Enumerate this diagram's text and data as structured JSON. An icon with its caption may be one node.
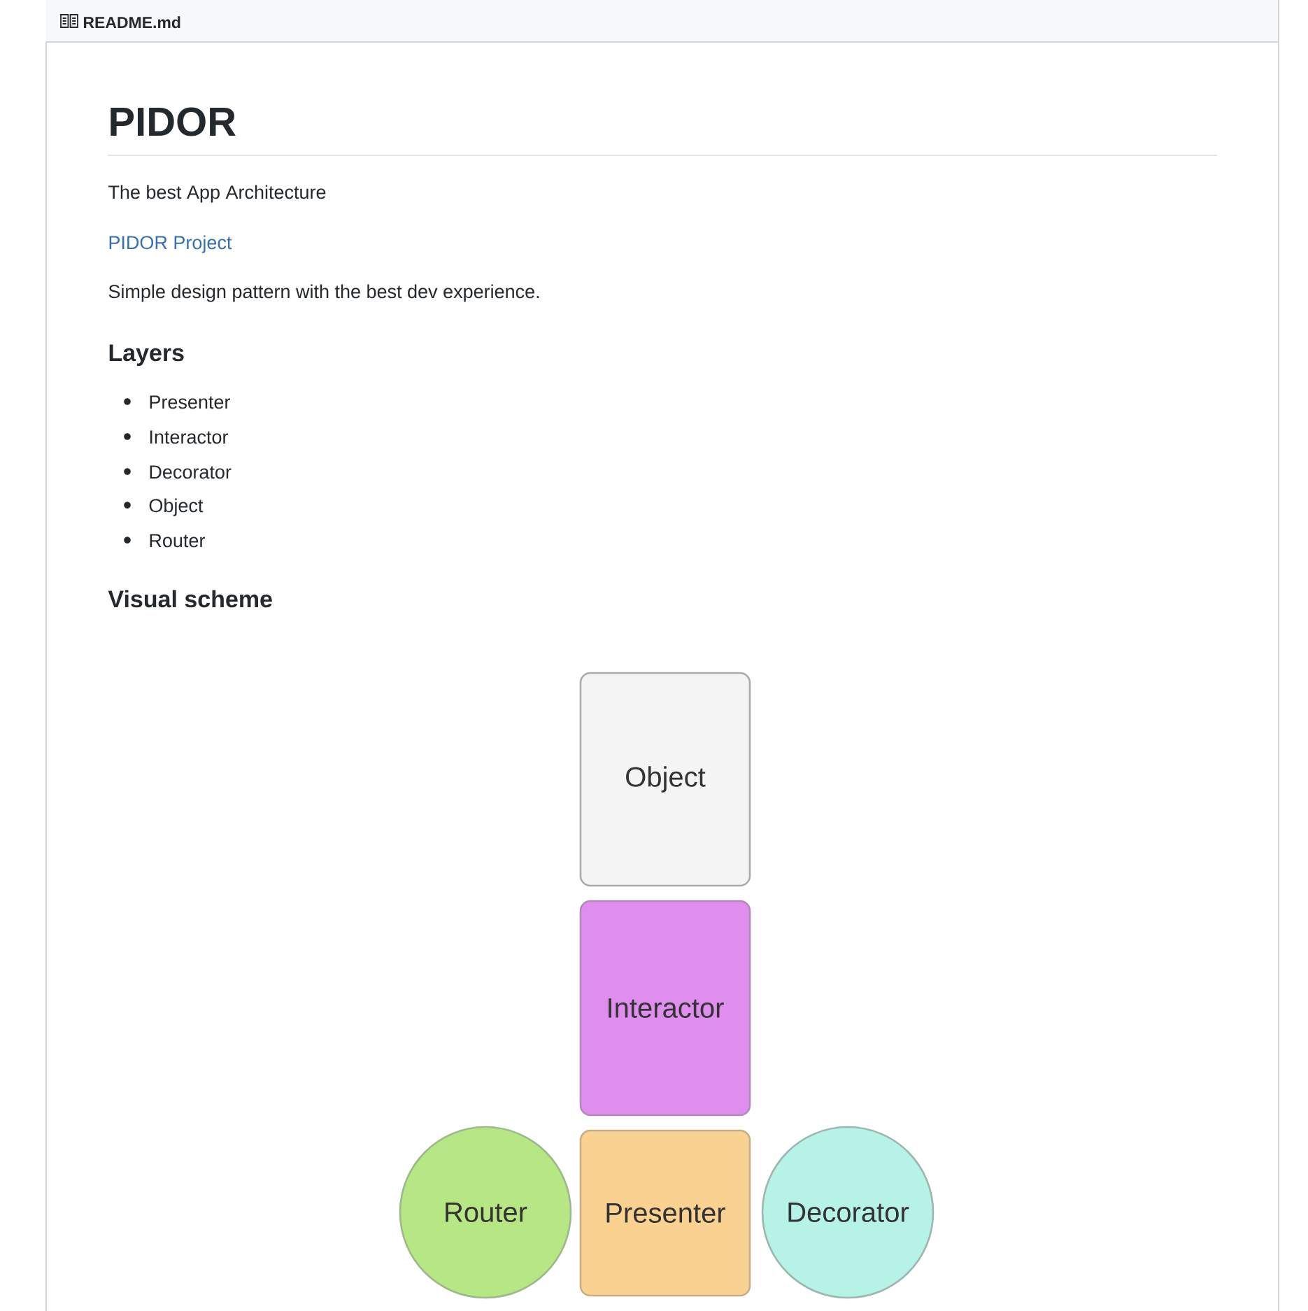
{
  "diagram": {
    "title": "PIDOR",
    "nodes": [
      {
        "text": [
          "Object"
        ]
      },
      {
        "text": [
          "Interactor"
        ]
      },
      {
        "text": [
          "Router"
        ]
      },
      {
        "text": [
          "Presenter"
        ]
      },
      {
        "text": [
          "Decorator"
        ]
      }
    ],
    "labels": [
      "README.md",
      "The best App Architecture",
      "PIDOR Project",
      "Simple design pattern with the best dev experience.",
      "Layers",
      "Presenter",
      "Interactor",
      "Decorator",
      "Object",
      "Router",
      "Visual scheme"
    ]
  }
}
